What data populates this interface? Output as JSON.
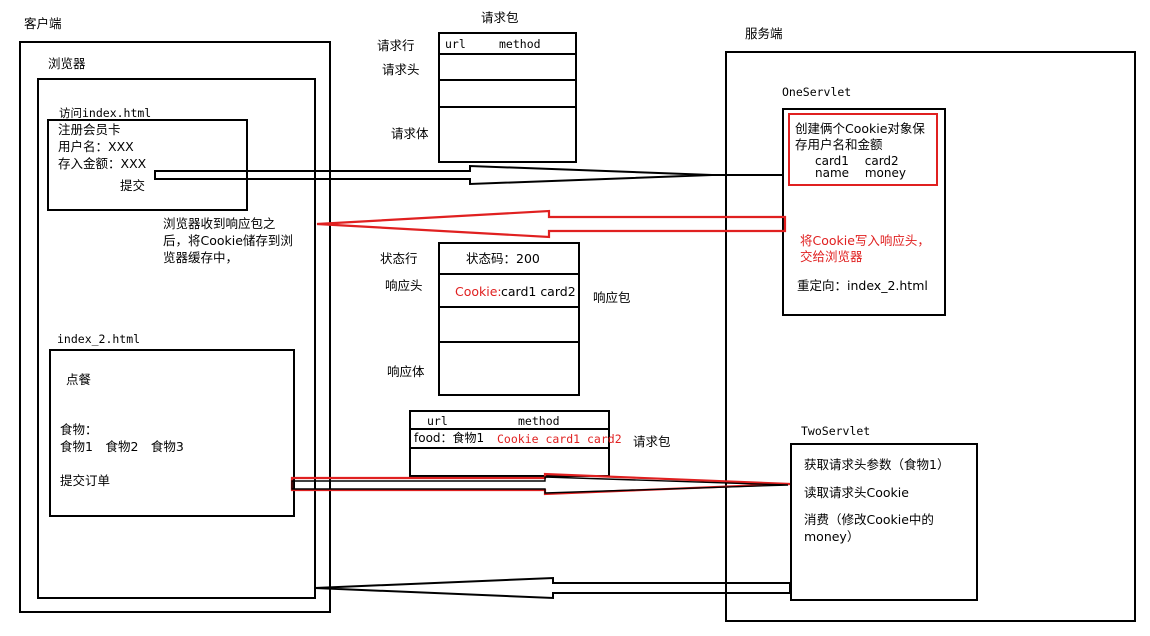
{
  "client": {
    "title": "客户端",
    "browser_label": "浏览器",
    "index_page": {
      "caption": "访问index.html",
      "line1": "注册会员卡",
      "line2": "用户名：XXX",
      "line3": "存入金额：XXX",
      "submit": "提交"
    },
    "browser_note": [
      "浏览器收到响应包之",
      "后，将Cookie储存到浏",
      "览器缓存中，"
    ],
    "index2_page": {
      "caption": "index_2.html",
      "order_title": "点餐",
      "food_label": "食物：",
      "food_items": "食物1　食物2　食物3",
      "submit_order": "提交订单"
    }
  },
  "request_packet_1": {
    "title": "请求包",
    "row_label_line": "请求行",
    "row_label_header": "请求头",
    "row_label_body": "请求体",
    "url": "url",
    "method": "method"
  },
  "response_packet": {
    "row_label_status": "状态行",
    "row_label_header": "响应头",
    "row_label_body": "响应体",
    "status_code": "状态码：200",
    "cookie_key": "Cookie:",
    "cookie_value": "card1 card2",
    "title": "响应包"
  },
  "request_packet_2": {
    "url": "url",
    "method": "method",
    "food_prefix": "food：食物1",
    "cookie_text": "Cookie card1 card2",
    "title": "请求包"
  },
  "server": {
    "title": "服务端",
    "one_servlet": {
      "name": "OneServlet",
      "create_line1": "创建俩个Cookie对象保",
      "create_line2": "存用户名和金额",
      "cookie_names": "card1　 card2",
      "cookie_values": "name　 money",
      "write_line1": "将Cookie写入响应头，",
      "write_line2": "交给浏览器",
      "redirect": "重定向：index_2.html"
    },
    "two_servlet": {
      "name": "TwoServlet",
      "step1": "获取请求头参数（食物1）",
      "step2": "读取请求头Cookie",
      "step3_line1": "消费（修改Cookie中的",
      "step3_line2": "money）"
    }
  },
  "colors": {
    "accent_red": "#e02020",
    "line": "#000000"
  }
}
